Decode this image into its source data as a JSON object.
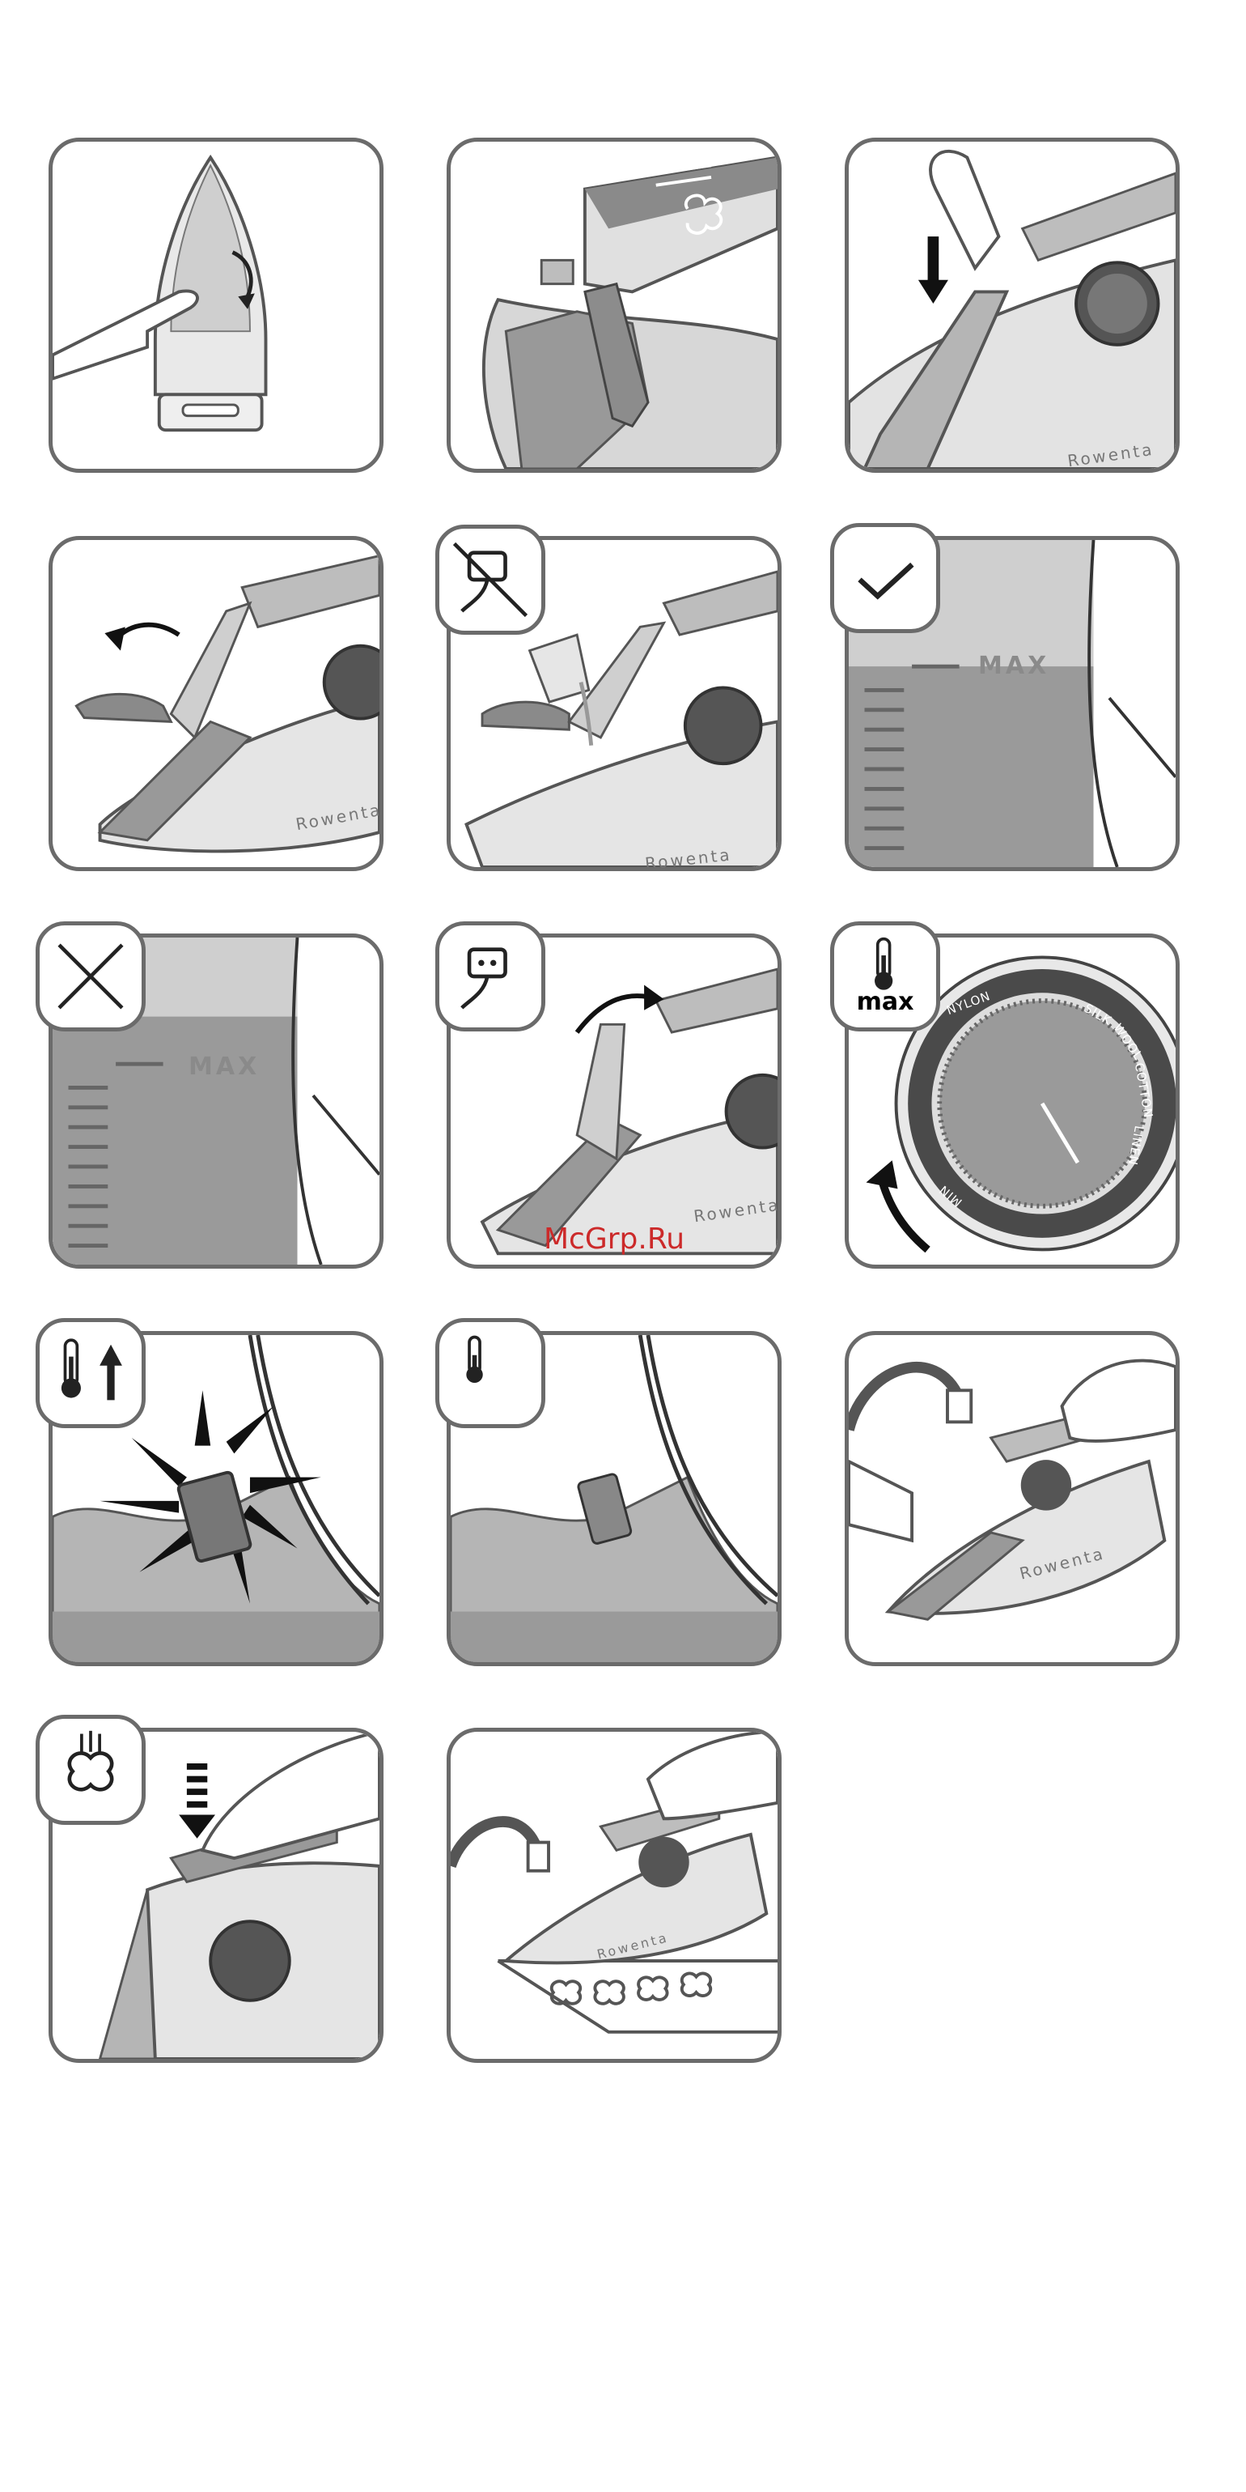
{
  "colors": {
    "frame": "#6b6b6b",
    "mid_gray": "#9a9a9a",
    "dark_gray": "#555555",
    "light_gray": "#cfcfcf",
    "watermark": "#cc2a2a"
  },
  "panels": [
    {
      "id": 1,
      "icons": [
        "hand-icon",
        "soleplate-icon",
        "curved-arrow-icon"
      ]
    },
    {
      "id": 2,
      "icons": [
        "steam-icon",
        "spray-button-icon"
      ]
    },
    {
      "id": 3,
      "icons": [
        "down-arrow-icon",
        "hand-icon"
      ],
      "brand": "Rowenta"
    },
    {
      "id": 4,
      "icons": [
        "curved-arrow-icon",
        "water-lid-icon"
      ],
      "brand": "Rowenta"
    },
    {
      "id": 5,
      "icons": [
        "no-plug-icon",
        "jug-icon"
      ],
      "brand": "Rowenta"
    },
    {
      "id": 6,
      "icons": [
        "check-icon"
      ],
      "max_label": "MAX"
    },
    {
      "id": 7,
      "icons": [
        "cross-icon"
      ],
      "max_label": "MAX"
    },
    {
      "id": 8,
      "icons": [
        "plug-icon",
        "curved-arrow-icon"
      ],
      "brand": "Rowenta"
    },
    {
      "id": 9,
      "icons": [
        "thermometer-icon",
        "rotate-arrow-icon"
      ],
      "badge_text": "max",
      "dial_labels": [
        "NYLON",
        "SILK",
        "WOOL",
        "COTTON",
        "LINEN",
        "MIN"
      ]
    },
    {
      "id": 10,
      "icons": [
        "thermometer-up-icon",
        "flash-icon"
      ]
    },
    {
      "id": 11,
      "icons": [
        "thermometer-icon",
        "indicator-light-icon"
      ]
    },
    {
      "id": 12,
      "icons": [
        "faucet-icon",
        "hand-icon"
      ],
      "brand": "Rowenta"
    },
    {
      "id": 13,
      "icons": [
        "steam-button-icon",
        "dashed-arrow-icon"
      ]
    },
    {
      "id": 14,
      "icons": [
        "faucet-icon",
        "steam-puffs-icon"
      ],
      "brand": "Rowenta"
    }
  ],
  "watermark": "McGrp.Ru"
}
